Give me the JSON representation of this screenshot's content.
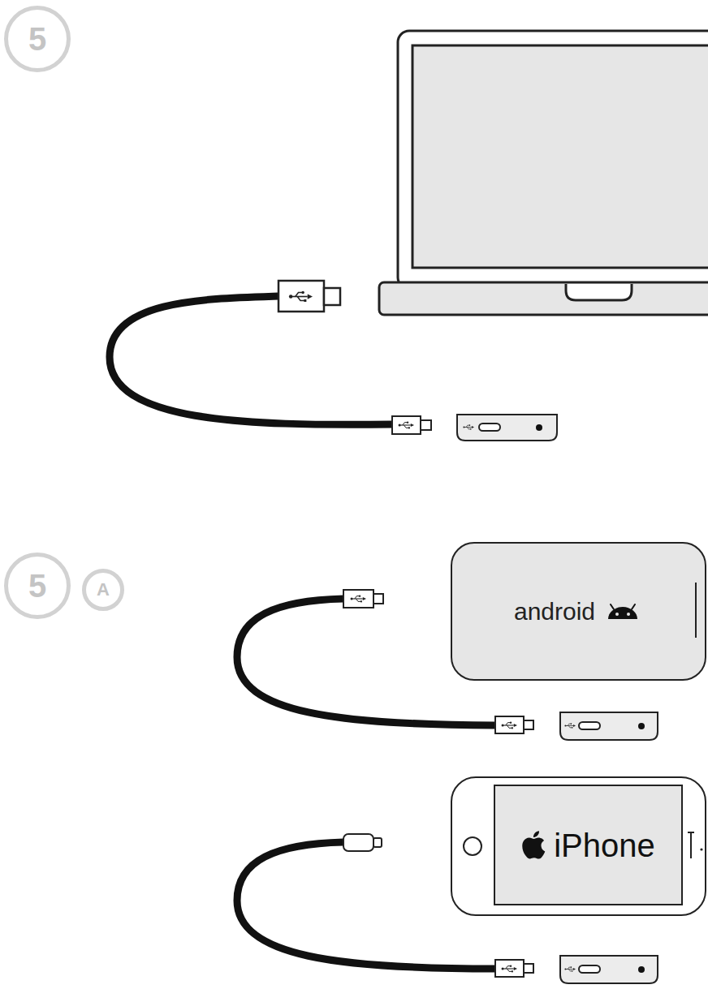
{
  "diagram": {
    "nodes": [
      {
        "text": [
          "5"
        ]
      },
      {
        "text": [
          "5"
        ]
      },
      {
        "text": [
          "A"
        ]
      },
      {
        "text": [
          "android"
        ]
      },
      {
        "text": [
          "iPhone"
        ]
      }
    ]
  }
}
